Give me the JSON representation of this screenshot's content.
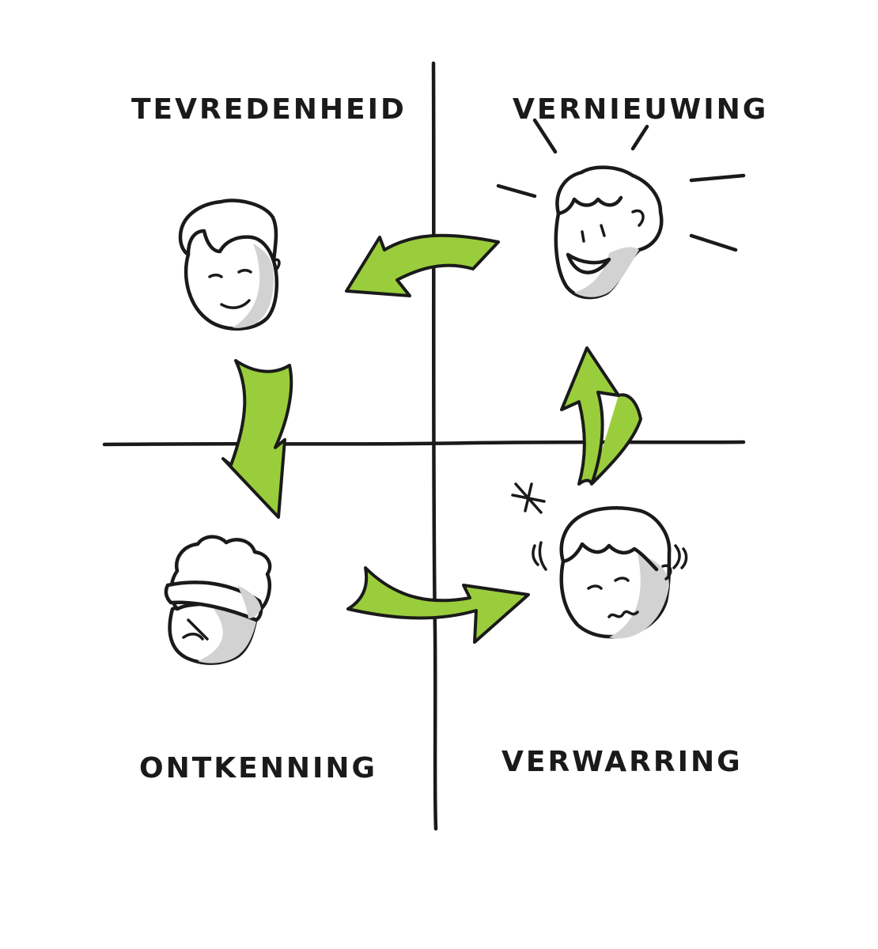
{
  "quadrants": {
    "top_left": "TEVREDENHEID",
    "top_right": "VERNIEUWING",
    "bottom_left": "ONTKENNING",
    "bottom_right": "VERWARRING"
  },
  "colors": {
    "arrow": "#9acd3c",
    "ink": "#1a1a1a",
    "shade": "#d2d2d2"
  },
  "faces": {
    "top_left": "content-face-icon",
    "top_right": "joyful-face-icon",
    "bottom_left": "denial-face-icon",
    "bottom_right": "confused-face-icon"
  }
}
